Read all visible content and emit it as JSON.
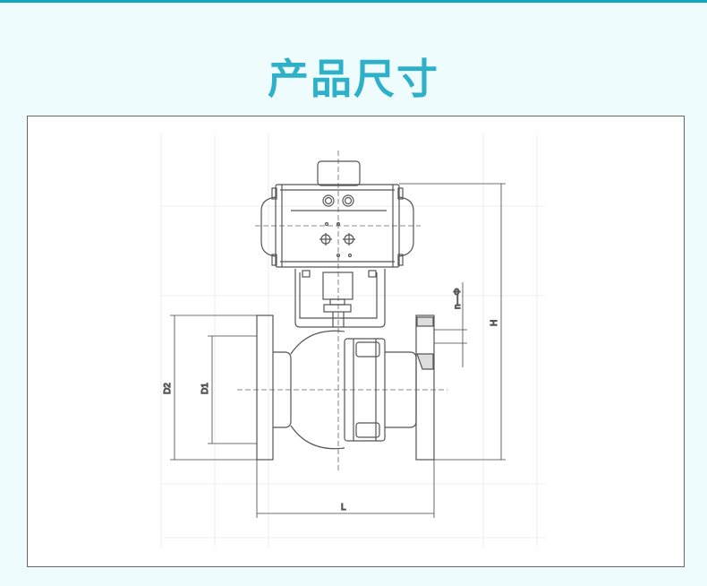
{
  "title": "产品尺寸",
  "diagram": {
    "labels": {
      "d2": "D2",
      "d1": "D1",
      "l": "L",
      "h": "H",
      "n_phi": "n—Φ"
    }
  }
}
